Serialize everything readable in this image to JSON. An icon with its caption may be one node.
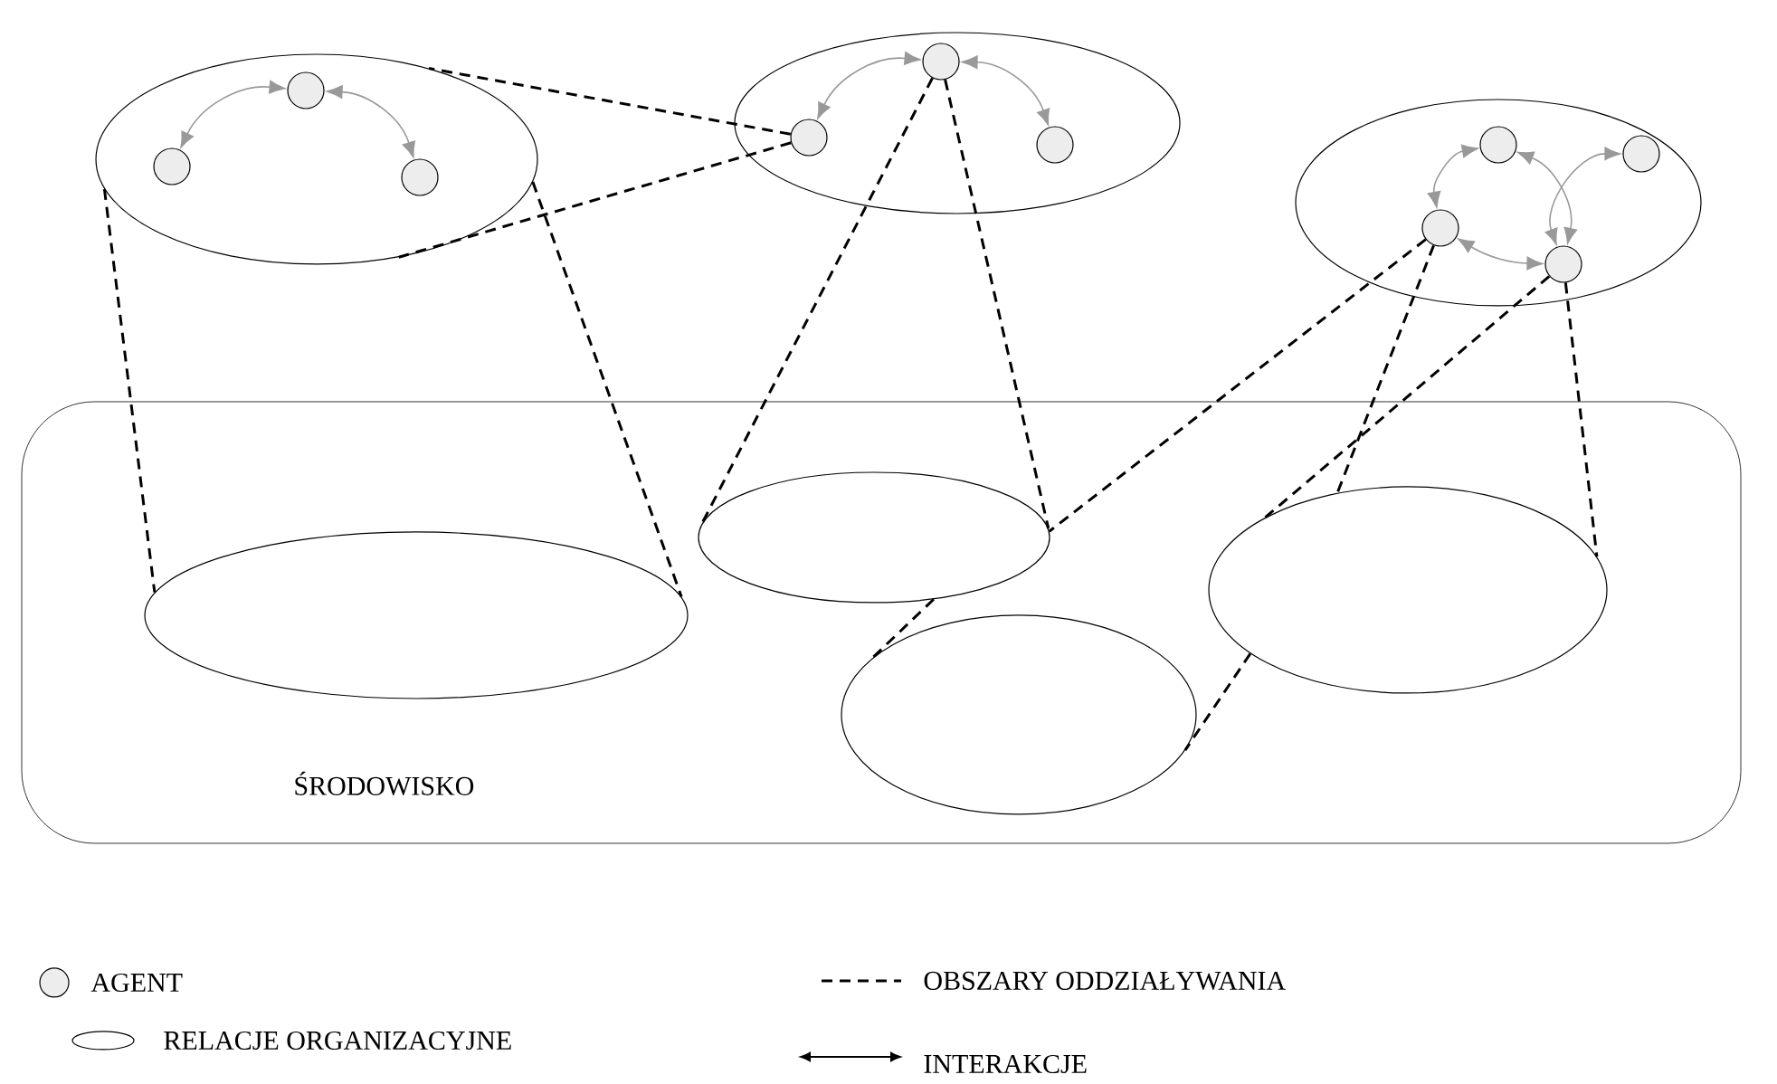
{
  "diagram": {
    "nodes": [
      {
        "text": [],
        "shape": "ellipse"
      },
      {
        "text": [],
        "shape": "circle",
        "in": 0
      },
      {
        "text": [],
        "shape": "circle",
        "in": 0
      },
      {
        "text": [],
        "shape": "circle",
        "in": 0
      },
      {
        "text": [],
        "shape": "ellipse"
      },
      {
        "text": [],
        "shape": "circle",
        "in": 4
      },
      {
        "text": [],
        "shape": "circle",
        "in": 4
      },
      {
        "text": [],
        "shape": "circle",
        "in": 4
      },
      {
        "text": [],
        "shape": "ellipse"
      },
      {
        "text": [],
        "shape": "circle",
        "in": 8
      },
      {
        "text": [],
        "shape": "circle",
        "in": 8
      },
      {
        "text": [],
        "shape": "circle",
        "in": 8
      },
      {
        "text": [],
        "shape": "circle",
        "in": 8
      },
      {
        "text": [
          "ŚRODOWISKO"
        ]
      },
      {
        "text": [],
        "shape": "ellipse",
        "in": 13
      },
      {
        "text": [],
        "shape": "ellipse",
        "in": 13
      },
      {
        "text": [],
        "shape": "ellipse",
        "in": 13
      },
      {
        "text": [],
        "shape": "ellipse",
        "in": 13
      }
    ],
    "edges": [
      {
        "from": 0,
        "to": 14,
        "arrow": "none",
        "style": "dashed"
      },
      {
        "from": 0,
        "to": 14,
        "arrow": "none",
        "style": "dashed"
      },
      {
        "from": 5,
        "to": 0,
        "arrow": "none",
        "style": "dashed"
      },
      {
        "from": 5,
        "to": 0,
        "arrow": "none",
        "style": "dashed"
      },
      {
        "from": 6,
        "to": 15,
        "arrow": "none",
        "style": "dashed"
      },
      {
        "from": 6,
        "to": 15,
        "arrow": "none",
        "style": "dashed"
      },
      {
        "from": 9,
        "to": 15,
        "arrow": "none",
        "style": "dashed"
      },
      {
        "from": 9,
        "to": 17,
        "arrow": "none",
        "style": "dashed"
      },
      {
        "from": 11,
        "to": 17,
        "arrow": "none",
        "style": "dashed"
      },
      {
        "from": 11,
        "to": 17,
        "arrow": "none",
        "style": "dashed"
      },
      {
        "from": 15,
        "to": 16,
        "arrow": "none",
        "style": "dashed"
      },
      {
        "from": 17,
        "to": 16,
        "arrow": "none",
        "style": "dashed"
      },
      {
        "from": 2,
        "to": 1,
        "arrow": "both",
        "color": "#999999"
      },
      {
        "from": 2,
        "to": 3,
        "arrow": "both",
        "color": "#999999"
      },
      {
        "from": 6,
        "to": 5,
        "arrow": "both",
        "color": "#999999"
      },
      {
        "from": 6,
        "to": 7,
        "arrow": "both",
        "color": "#999999"
      },
      {
        "from": 10,
        "to": 9,
        "arrow": "both",
        "color": "#999999"
      },
      {
        "from": 10,
        "to": 11,
        "arrow": "both",
        "color": "#999999"
      },
      {
        "from": 12,
        "to": 11,
        "arrow": "both",
        "color": "#999999"
      },
      {
        "from": 9,
        "to": 11,
        "arrow": "both",
        "color": "#999999"
      }
    ],
    "legend": [
      {
        "text": "AGENT"
      },
      {
        "text": "RELACJE ORGANIZACYJNE"
      },
      {
        "text": "OBSZARY ODDZIAŁYWANIA"
      },
      {
        "text": "INTERAKCJE"
      }
    ]
  }
}
